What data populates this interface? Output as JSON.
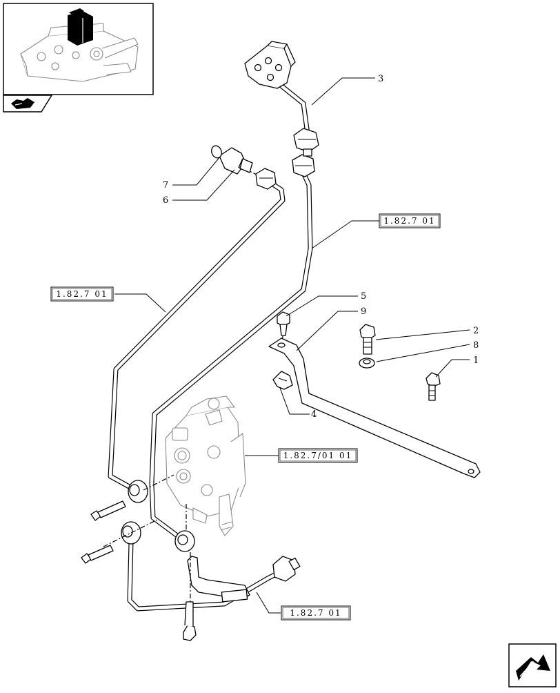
{
  "callouts": {
    "c1": "1",
    "c2": "2",
    "c3": "3",
    "c4": "4",
    "c5": "5",
    "c6": "6",
    "c7": "7",
    "c8": "8",
    "c9": "9"
  },
  "references": {
    "ref_top": "1.82.7 01",
    "ref_left": "1.82.7 01",
    "ref_valve": "1.82.7/01 01",
    "ref_bottom": "1.82.7 01"
  },
  "icons": {
    "thumbnail": "assembly-thumbnail-icon",
    "section": "section-tab-icon",
    "next_page": "next-page-arrow-icon"
  }
}
